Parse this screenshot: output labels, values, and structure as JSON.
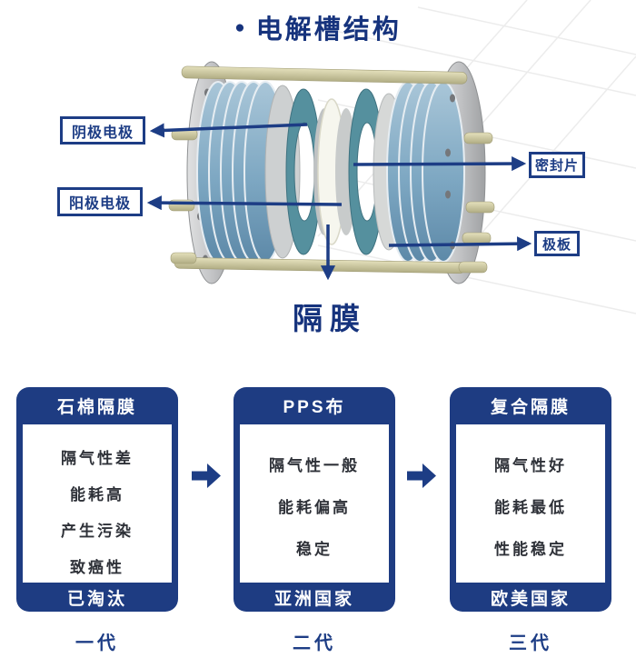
{
  "page": {
    "bullet": "●",
    "title": "电解槽结构"
  },
  "diagram": {
    "caption": "隔膜",
    "labels": {
      "cathode": "阴极电极",
      "anode": "阳极电极",
      "seal": "密封片",
      "plate": "极板"
    }
  },
  "generations": [
    {
      "header": "石棉隔膜",
      "features": [
        "隔气性差",
        "能耗高",
        "产生污染",
        "致癌性"
      ],
      "footer": "已淘汰",
      "label": "一代"
    },
    {
      "header": "PPS布",
      "features": [
        "隔气性一般",
        "能耗偏高",
        "稳定"
      ],
      "footer": "亚洲国家",
      "label": "二代"
    },
    {
      "header": "复合隔膜",
      "features": [
        "隔气性好",
        "能耗最低",
        "性能稳定"
      ],
      "footer": "欧美国家",
      "label": "三代"
    }
  ],
  "colors": {
    "navy": "#1d3d85",
    "panel_navy": "#1e3c82",
    "body_text": "#2e3138",
    "disc_blue": "#7da7c2",
    "ring_teal": "#55909e",
    "rod_tan": "#cfcba0"
  }
}
